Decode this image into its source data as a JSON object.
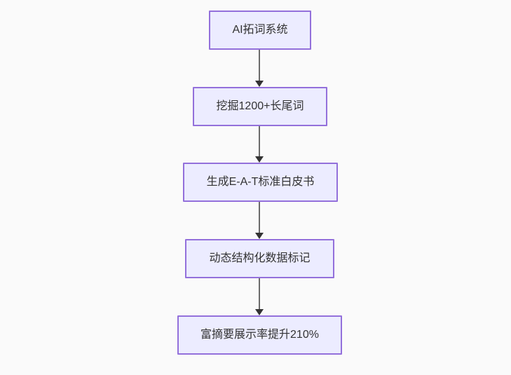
{
  "diagram": {
    "type": "flowchart",
    "direction": "top-down",
    "colors": {
      "background": "#fafafa",
      "node_fill": "#ECECFF",
      "node_border": "#9370DB",
      "edge_line": "#6b6b6b",
      "arrowhead": "#333333",
      "text": "#333333"
    },
    "nodes": [
      {
        "label": "AI拓词系统"
      },
      {
        "label": "挖掘1200+长尾词"
      },
      {
        "label": "生成E-A-T标准白皮书"
      },
      {
        "label": "动态结构化数据标记"
      },
      {
        "label": "富摘要展示率提升210%"
      }
    ],
    "edges": [
      {
        "from": 0,
        "to": 1,
        "style": "arrow-down"
      },
      {
        "from": 1,
        "to": 2,
        "style": "arrow-down"
      },
      {
        "from": 2,
        "to": 3,
        "style": "arrow-down"
      },
      {
        "from": 3,
        "to": 4,
        "style": "arrow-down"
      }
    ]
  }
}
